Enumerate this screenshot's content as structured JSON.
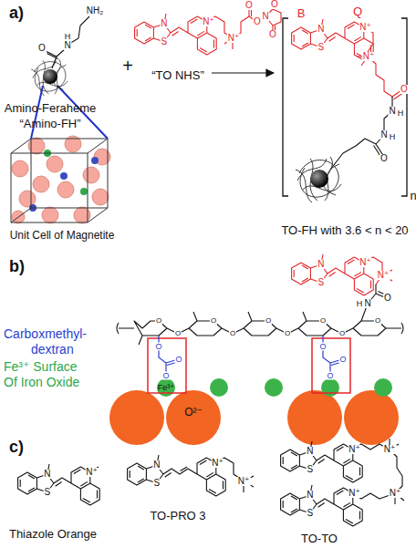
{
  "diagram": {
    "labels": [
      "a)",
      "NH₂",
      "O",
      "N",
      "H",
      "+",
      "N",
      "S",
      "N⁺",
      "N⁺",
      "O",
      "O",
      "N",
      "O",
      "O",
      "“TO NHS”",
      "B",
      "Q",
      "N",
      "S",
      "N⁺",
      "N⁺",
      "O",
      "N",
      "H",
      "N",
      "H",
      "O",
      "n",
      "Amino-Feraheme",
      "“Amino-FH”",
      "Unit Cell of Magnetite",
      "TO-FH with 3.6 < n < 20",
      "b)",
      "N",
      "S",
      "N⁺",
      "N⁺",
      "O",
      "N",
      "H",
      "Carboxmethyl-",
      "dextran",
      "Fe³⁺ Surface",
      "Of Iron Oxide",
      "O",
      "O",
      "O",
      "O",
      "O",
      "O",
      "O",
      "O",
      "O",
      "O",
      "O",
      "O",
      "O",
      "O",
      "O",
      "Fe³⁺",
      "O²⁻",
      "c)",
      "N",
      "S",
      "N⁺",
      "Thiazole Orange",
      "N",
      "S",
      "N⁺",
      "N⁺",
      "TO-PRO 3",
      "N",
      "S",
      "N⁺",
      "N⁺",
      "N",
      "S",
      "N⁺",
      "N⁺",
      "TO-TO"
    ]
  }
}
